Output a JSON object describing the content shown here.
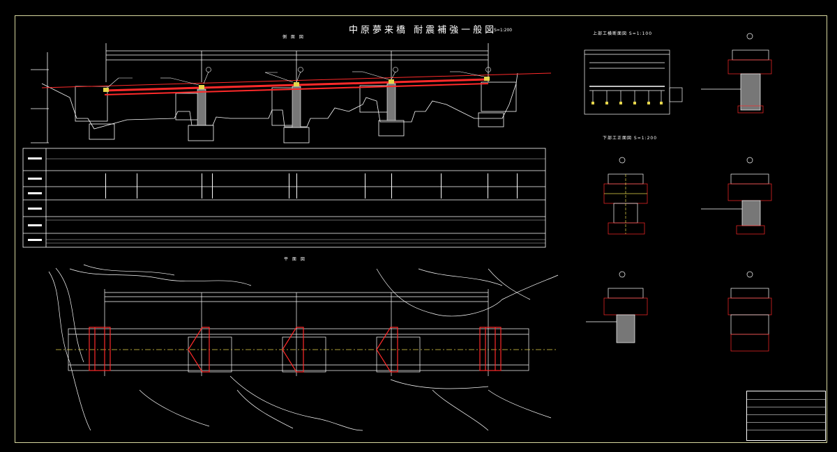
{
  "drawing": {
    "title": "中原夢来橋 耐震補強一般図",
    "scale": "S=1:200"
  },
  "views": {
    "elevation": "側 面 図",
    "plan": "平 面 図",
    "superstructure": "上部工横断面図 S=1:100",
    "substructure": "下部工正面図 S=1:200"
  },
  "colors": {
    "background": "#000000",
    "line": "#ffffff",
    "reinforcement": "#ff2a2a",
    "frame": "#d8d8a0",
    "centerline": "#e6d64a",
    "pier": "#c0c0c0"
  }
}
